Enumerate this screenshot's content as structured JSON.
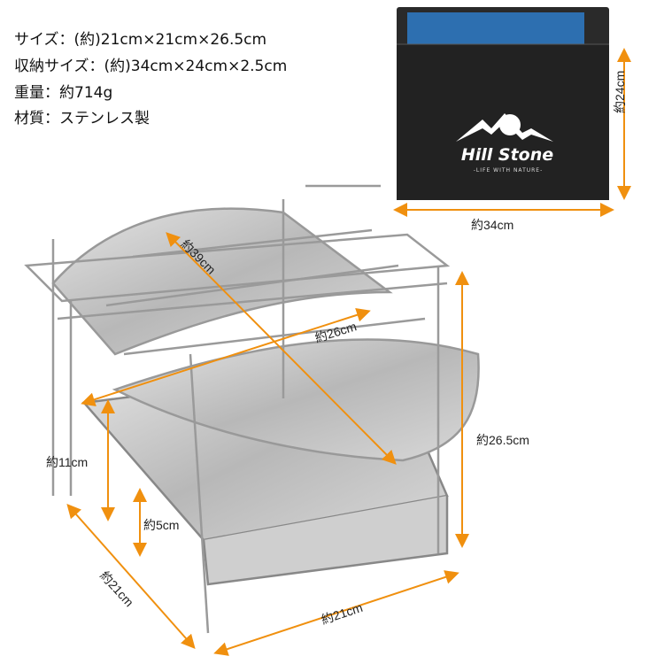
{
  "specs": {
    "size": "サイズ：(約)21cm×21cm×26.5cm",
    "storage_size": "収納サイズ：(約)34cm×24cm×2.5cm",
    "weight": "重量：約714g",
    "material": "材質：ステンレス製"
  },
  "bag": {
    "brand": "Hill Stone",
    "tagline": "-LIFE WITH NATURE-",
    "width_label": "約34cm",
    "height_label": "約24cm"
  },
  "dimensions": {
    "diagonal_long": "約39cm",
    "diagonal_short": "約26cm",
    "height": "約26.5cm",
    "tray_height": "約11cm",
    "leg_height": "約5cm",
    "depth": "約21cm",
    "width": "約21cm"
  },
  "colors": {
    "arrow": "#f0900f",
    "bag": "#2a2a2a",
    "steel": "#c8c8c8"
  }
}
